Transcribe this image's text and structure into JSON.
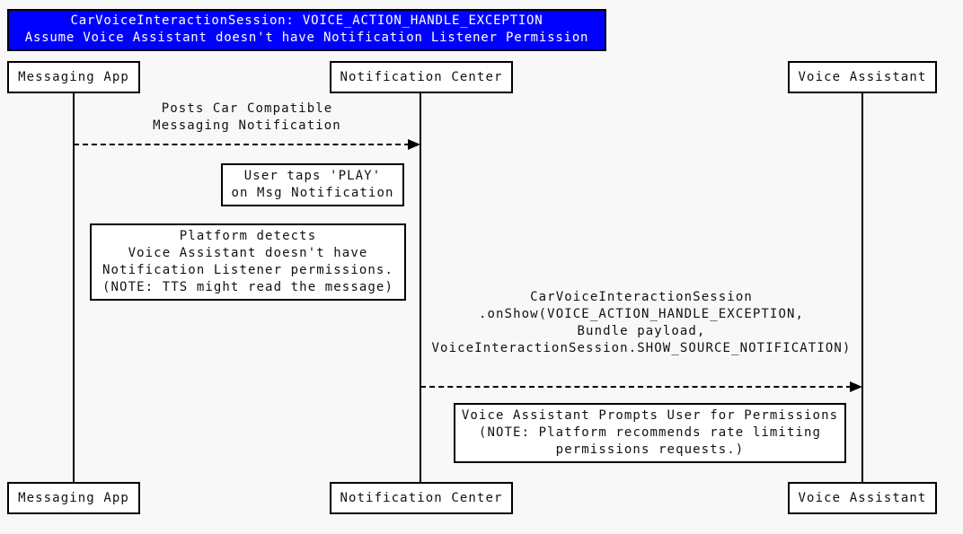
{
  "page": {
    "bg_color": "#f8f8f8"
  },
  "title": {
    "line1": "CarVoiceInteractionSession: VOICE_ACTION_HANDLE_EXCEPTION",
    "line2": "Assume Voice Assistant doesn't have Notification Listener Permission",
    "bg_color": "#0000ff",
    "text_color": "#ffffff"
  },
  "actors": [
    {
      "id": "messaging-app",
      "label": "Messaging App"
    },
    {
      "id": "notification-center",
      "label": "Notification Center"
    },
    {
      "id": "voice-assistant",
      "label": "Voice Assistant"
    }
  ],
  "messages": [
    {
      "from": "Messaging App",
      "to": "Notification Center",
      "arrow_style": "dashed",
      "lines": [
        "Posts Car Compatible",
        "Messaging Notification"
      ]
    },
    {
      "from": "Notification Center",
      "to": "Voice Assistant",
      "arrow_style": "dashed",
      "lines": [
        "CarVoiceInteractionSession",
        ".onShow(VOICE_ACTION_HANDLE_EXCEPTION,",
        "Bundle payload,",
        "VoiceInteractionSession.SHOW_SOURCE_NOTIFICATION)"
      ]
    }
  ],
  "notes": [
    {
      "id": "user-taps-play",
      "lines": [
        "User taps 'PLAY'",
        "on Msg Notification"
      ]
    },
    {
      "id": "platform-detects",
      "lines": [
        "Platform detects",
        "Voice Assistant doesn't have",
        "Notification Listener permissions.",
        "(NOTE: TTS might read the message)"
      ]
    },
    {
      "id": "voice-assistant-prompts",
      "lines": [
        "Voice Assistant Prompts User for Permissions",
        "(NOTE: Platform recommends rate limiting",
        "permissions requests.)"
      ]
    }
  ]
}
